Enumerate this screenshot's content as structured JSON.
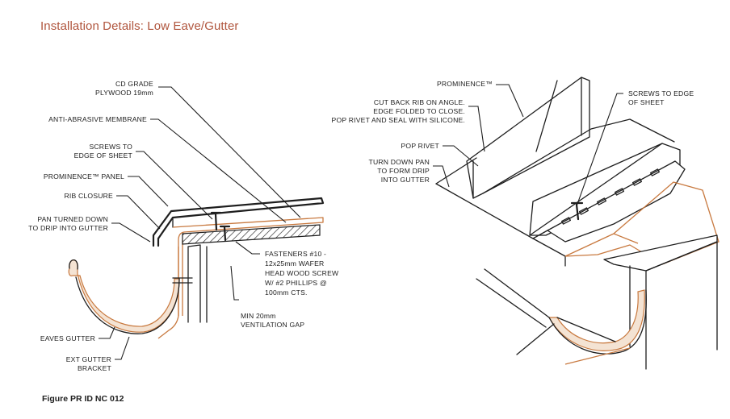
{
  "title": "Installation Details: Low Eave/Gutter",
  "figure_id": "Figure PR ID NC 012",
  "colors": {
    "accent": "#b0553d",
    "copper_line": "#c8793f",
    "ink": "#1e1e1e"
  },
  "left_detail": {
    "labels": {
      "plywood_1": "CD GRADE",
      "plywood_2": "PLYWOOD 19mm",
      "membrane": "ANTI-ABRASIVE MEMBRANE",
      "screws_1": "SCREWS TO",
      "screws_2": "EDGE OF SHEET",
      "panel": "PROMINENCE™ PANEL",
      "rib_closure": "RIB CLOSURE",
      "pan_1": "PAN TURNED DOWN",
      "pan_2": "TO DRIP INTO GUTTER",
      "fasteners_1": "FASTENERS #10 -",
      "fasteners_2": "12x25mm WAFER",
      "fasteners_3": "HEAD WOOD SCREW",
      "fasteners_4": "W/ #2 PHILLIPS @",
      "fasteners_5": "100mm CTS.",
      "ventilation_1": "MIN 20mm",
      "ventilation_2": "VENTILATION GAP",
      "eaves_gutter": "EAVES GUTTER",
      "bracket_1": "EXT GUTTER",
      "bracket_2": "BRACKET"
    }
  },
  "right_detail": {
    "labels": {
      "prominence": "PROMINENCE™",
      "cut_back_1": "CUT BACK RIB ON ANGLE.",
      "cut_back_2": "EDGE FOLDED TO CLOSE.",
      "cut_back_3": "POP RIVET AND SEAL WITH SILICONE.",
      "pop_rivet": "POP RIVET",
      "turn_down_1": "TURN DOWN PAN",
      "turn_down_2": "TO FORM DRIP",
      "turn_down_3": "INTO GUTTER",
      "screws_1": "SCREWS TO EDGE",
      "screws_2": "OF SHEET"
    }
  }
}
